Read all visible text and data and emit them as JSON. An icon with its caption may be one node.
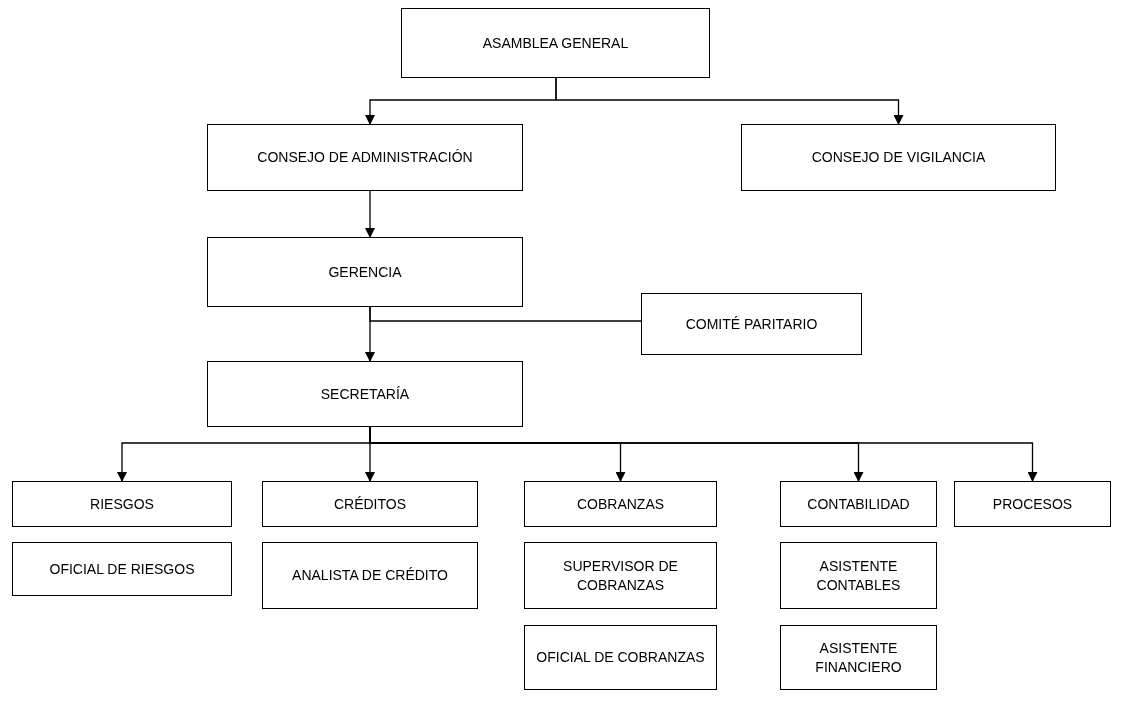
{
  "diagram": {
    "nodes": [
      {
        "text": [
          "ASAMBLEA GENERAL"
        ]
      },
      {
        "text": [
          "CONSEJO DE ADMINISTRACIÓN"
        ]
      },
      {
        "text": [
          "CONSEJO DE VIGILANCIA"
        ]
      },
      {
        "text": [
          "GERENCIA"
        ]
      },
      {
        "text": [
          "COMITÉ PARITARIO"
        ]
      },
      {
        "text": [
          "SECRETARÍA"
        ]
      },
      {
        "text": [
          "RIESGOS"
        ]
      },
      {
        "text": [
          "OFICIAL DE RIESGOS"
        ]
      },
      {
        "text": [
          "CRÉDITOS"
        ]
      },
      {
        "text": [
          "ANALISTA DE CRÉDITO"
        ]
      },
      {
        "text": [
          "COBRANZAS"
        ]
      },
      {
        "text": [
          "SUPERVISOR DE COBRANZAS"
        ]
      },
      {
        "text": [
          "OFICIAL DE COBRANZAS"
        ]
      },
      {
        "text": [
          "CONTABILIDAD"
        ]
      },
      {
        "text": [
          "ASISTENTE CONTABLES"
        ]
      },
      {
        "text": [
          "ASISTENTE FINANCIERO"
        ]
      },
      {
        "text": [
          "PROCESOS"
        ]
      }
    ],
    "edges": [
      {
        "from": 0,
        "to": 1,
        "arrow": "to"
      },
      {
        "from": 0,
        "to": 2,
        "arrow": "to"
      },
      {
        "from": 1,
        "to": 3,
        "arrow": "to"
      },
      {
        "from": 3,
        "to": 5,
        "arrow": "to"
      },
      {
        "from": 3,
        "to": 4,
        "arrow": "none"
      },
      {
        "from": 5,
        "to": 6,
        "arrow": "to"
      },
      {
        "from": 5,
        "to": 8,
        "arrow": "to"
      },
      {
        "from": 5,
        "to": 10,
        "arrow": "to"
      },
      {
        "from": 5,
        "to": 13,
        "arrow": "to"
      },
      {
        "from": 5,
        "to": 16,
        "arrow": "to"
      }
    ]
  }
}
